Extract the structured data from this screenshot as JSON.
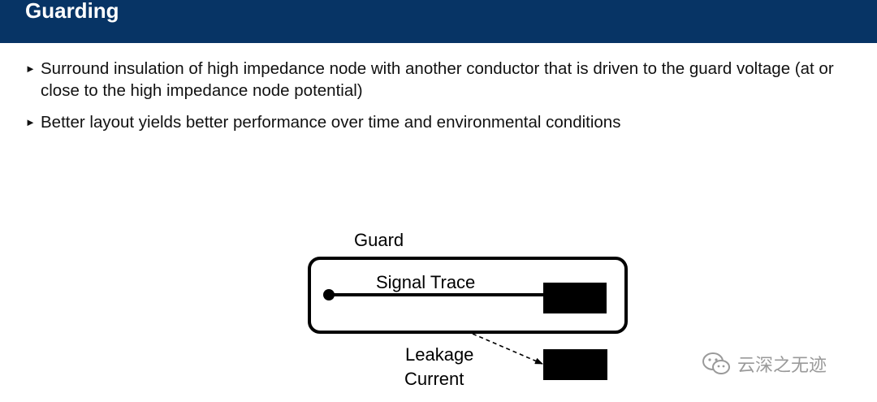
{
  "slide": {
    "title": "Guarding",
    "bullets": [
      "Surround insulation of high impedance node with another conductor that is driven to the guard voltage (at or close to the high impedance node potential)",
      "Better layout yields better performance over time and environmental conditions"
    ],
    "bullet_marker": "►"
  },
  "diagram": {
    "guard_label": "Guard",
    "signal_trace_label": "Signal Trace",
    "leakage_label_line1": "Leakage",
    "leakage_label_line2": "Current"
  },
  "watermark": {
    "icon": "wechat-icon",
    "text": "云深之无迹"
  },
  "colors": {
    "title_bar": "#073465",
    "title_text": "#ffffff",
    "body_text": "#111111",
    "diagram_ink": "#000000",
    "watermark": "#9a9a9a"
  }
}
